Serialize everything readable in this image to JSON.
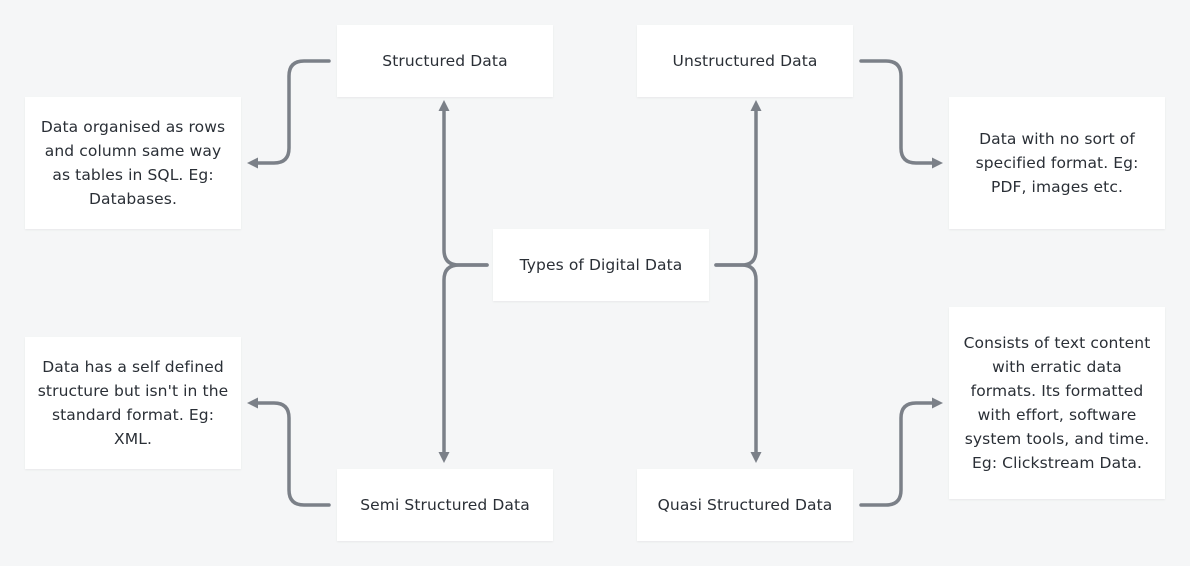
{
  "diagram": {
    "center": {
      "label": "Types of Digital Data"
    },
    "types": [
      {
        "id": "structured",
        "label": "Structured Data",
        "description": "Data organised as rows and column same way as tables in SQL. Eg: Databases."
      },
      {
        "id": "unstructured",
        "label": "Unstructured Data",
        "description": "Data with no sort of specified format. Eg: PDF, images etc."
      },
      {
        "id": "semi-structured",
        "label": "Semi Structured Data",
        "description": "Data has a self defined structure but isn't in the standard format. Eg: XML."
      },
      {
        "id": "quasi-structured",
        "label": "Quasi Structured Data",
        "description": "Consists of text content with erratic data formats. Its formatted with effort, software system tools, and time. Eg: Clickstream Data."
      }
    ],
    "colors": {
      "background": "#f5f6f7",
      "box": "#ffffff",
      "connector": "#7b8088",
      "text": "#2a2f36"
    }
  }
}
